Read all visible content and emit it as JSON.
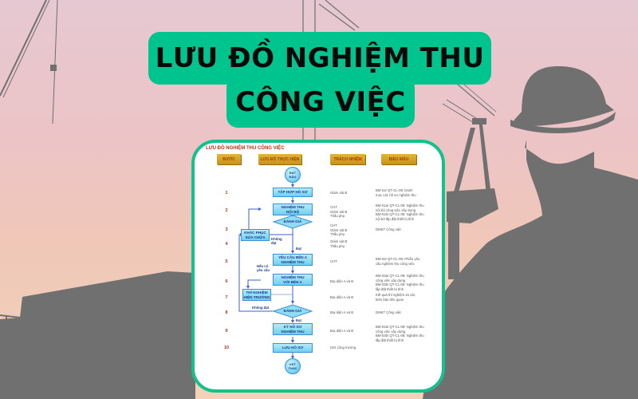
{
  "title": {
    "line1": "LƯU ĐỒ NGHIỆM THU",
    "line2": "CÔNG VIỆC"
  },
  "colors": {
    "title_bg": "#00c48e",
    "card_border": "#14c08c",
    "silhouette": "#707070",
    "header_gold": "#d4a32a",
    "header_text": "#b5340f",
    "flow_box": "#6fd0f0",
    "flow_text": "#1a3a8a"
  },
  "flowchart": {
    "title": "LƯU ĐỒ NGHIỆM THU CÔNG VIỆC",
    "columns": [
      "BƯỚC",
      "LƯU ĐỒ THỰC HIỆN",
      "TRÁCH NHIỆM",
      "BIỂU MẪU"
    ],
    "start": "BẮT\nĐẦU",
    "end": "KẾT\nTHÚC",
    "steps": [
      {
        "no": "1",
        "node": "TẬP HỢP HỒ SƠ",
        "responsible": "Giám sát B",
        "form": "BM-24/ QT-CL-08: Danh\nmục các hồ sơ nghiệm thu"
      },
      {
        "no": "2",
        "node": "NGHIỆM THU\nNỘI BỘ",
        "responsible": "CHT\nGiám sát B\nThầu phụ",
        "form": "BM-01a/ QT-CL-08: Nghiệm thu\nnội bộ công việc xây dựng\nBM-01b/ QT-CL-08: Nghiệm thu\nnội bộ lắp đặt thiết bị tĩnh"
      },
      {
        "no": "3",
        "node": "ĐÁNH GIÁ",
        "responsible": "CHT\nGiám sát B\nThầu phụ",
        "form": "DMKT Công việc"
      },
      {
        "no": "4",
        "node": "KHẮC PHỤC\nSỬA CHỮA",
        "responsible": "Giám sát B\nThầu phụ",
        "form": ""
      },
      {
        "no": "5",
        "node": "YÊU CẦU BÊN A\nNGHIỆM THU",
        "responsible": "CHT",
        "form": "BM-02/ QT-CL-08: Phiếu yêu\ncầu nghiệm thu công việc"
      },
      {
        "no": "6",
        "node": "NGHIỆM THU\nVỚI BÊN A",
        "responsible": "Đại diện A và B",
        "form": "BM-03a/ QT-CL-08: Nghiệm thu\ncông việc xây dựng\nBM-03b/ QT-CL-08: Nghiệm thu\nlắp đặt thiết bị tĩnh"
      },
      {
        "no": "7",
        "node": "THÍ NGHIỆM\nHIỆN TRƯỜNG",
        "responsible": "Đại diện A và B",
        "form": "Kết quả thí nghiệm và các\nbiên bản liên quan"
      },
      {
        "no": "8",
        "node": "ĐÁNH GIÁ",
        "responsible": "Đại diện A và B",
        "form": "DMKT Công việc"
      },
      {
        "no": "9",
        "node": "KÝ HỒ SƠ\nNGHIỆM THU",
        "responsible": "Đại diện A và B",
        "form": "BM-03a/ QT-CL-08: Nghiệm thu\ncông việc xây dựng\nBM-03b/ QT-CL-08: Nghiệm thu\nlắp đặt thiết bị tĩnh"
      },
      {
        "no": "10",
        "node": "LƯU HỒ SƠ",
        "responsible": "ISO công trường",
        "form": ""
      }
    ],
    "edge_labels": {
      "not_pass_1": "Không\nđạt",
      "pass_1": "Đạt",
      "if_required": "Nếu có\nyêu cầu",
      "not_pass_2": "Không đạt",
      "pass_2": "Đạt"
    }
  }
}
